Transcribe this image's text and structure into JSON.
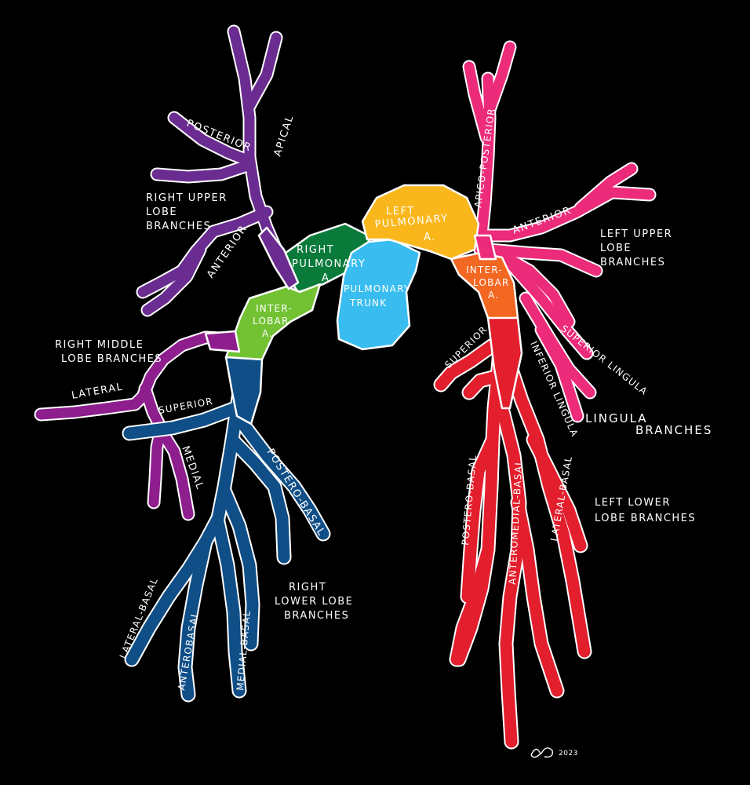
{
  "colors": {
    "right_upper": "#6b2c91",
    "right_pulmonary": "#0a7a3a",
    "right_interlobar": "#72c234",
    "right_middle": "#8e1e8e",
    "right_lower": "#0f4e86",
    "pulmonary_trunk": "#39bdf0",
    "left_pulmonary": "#f9b71c",
    "left_interlobar": "#f26722",
    "left_upper": "#ec2b7a",
    "left_lower": "#e31e2d",
    "outline": "#ffffff",
    "background": "#000000"
  },
  "labels": {
    "apical": "APICAL",
    "posterior": "POSTERIOR",
    "right_upper_lobe_1": "RIGHT UPPER",
    "right_upper_lobe_2": "LOBE",
    "right_upper_lobe_3": "BRANCHES",
    "anterior_right": "ANTERIOR",
    "right_pa_1": "RIGHT",
    "right_pa_2": "PULMONARY",
    "right_pa_3": "A.",
    "right_interlobar_1": "INTER-",
    "right_interlobar_2": "LOBAR",
    "right_interlobar_3": "A.",
    "right_middle_1": "RIGHT MIDDLE",
    "right_middle_2": "LOBE BRANCHES",
    "lateral": "LATERAL",
    "superior_right": "SUPERIOR",
    "medial": "MEDIAL",
    "postero_basal_right": "POSTERO-BASAL",
    "right_lower_1": "RIGHT",
    "right_lower_2": "LOWER LOBE",
    "right_lower_3": "BRANCHES",
    "lateral_basal_right": "LATERAL-BASAL",
    "anterobasal": "ANTEROBASAL",
    "medial_basal": "MEDIAL-BASAL",
    "pulmonary_trunk_1": "PULMONARY",
    "pulmonary_trunk_2": "TRUNK",
    "left_pa_1": "LEFT",
    "left_pa_2": "PULMONARY",
    "left_pa_3": "A.",
    "apico_posterior": "APICO-POSTERIOR",
    "anterior_left": "ANTERIOR",
    "left_upper_1": "LEFT UPPER",
    "left_upper_2": "LOBE",
    "left_upper_3": "BRANCHES",
    "left_interlobar_1": "INTER-",
    "left_interlobar_2": "LOBAR",
    "left_interlobar_3": "A.",
    "superior_left": "SUPERIOR",
    "superior_lingula": "SUPERIOR LINGULA",
    "inferior_lingula": "INFERIOR LINGULA",
    "lingula_1": "LINGULA",
    "lingula_2": "BRANCHES",
    "postero_basal_left": "POSTERO-BASAL",
    "anteromedial_basal": "ANTEROMEDIAL-BASAL",
    "lateral_basal_left": "LATERAL-BASAL",
    "left_lower_1": "LEFT LOWER",
    "left_lower_2": "LOBE BRANCHES",
    "signature_year": "2023"
  }
}
